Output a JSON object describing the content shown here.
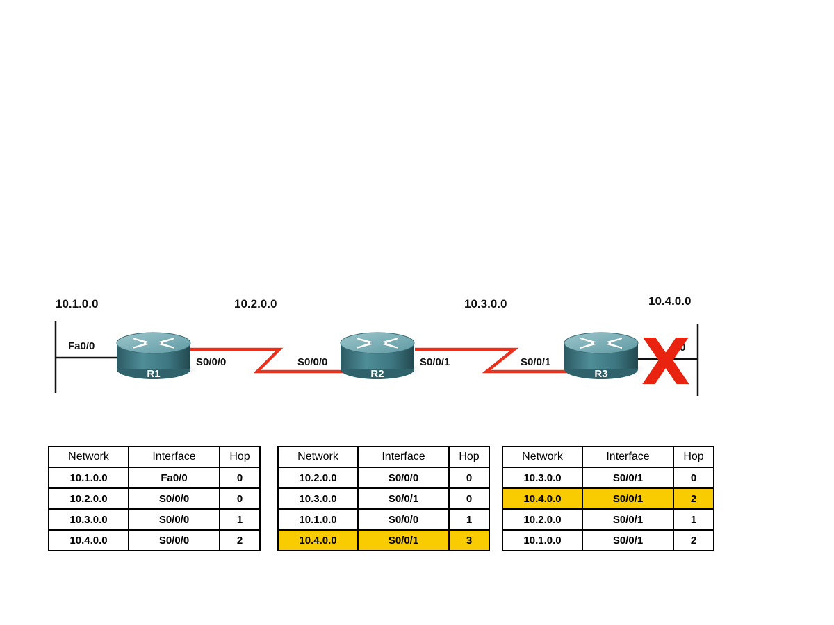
{
  "networks": [
    "10.1.0.0",
    "10.2.0.0",
    "10.3.0.0",
    "10.4.0.0"
  ],
  "routers": [
    {
      "name": "R1"
    },
    {
      "name": "R2"
    },
    {
      "name": "R3"
    }
  ],
  "interfaces": {
    "r1_fa": "Fa0/0",
    "r1_s000": "S0/0/0",
    "r2_s000": "S0/0/0",
    "r2_s001": "S0/0/1",
    "r3_s001": "S0/0/1",
    "r3_fa": "0"
  },
  "failure_marker": "X",
  "colors": {
    "serial_link": "#e8321e",
    "failure": "#e8230f",
    "highlight": "#f8cc00",
    "router_body": "#3f7a85"
  },
  "tables": [
    {
      "headers": [
        "Network",
        "Interface",
        "Hop"
      ],
      "rows": [
        {
          "network": "10.1.0.0",
          "interface": "Fa0/0",
          "hop": "0",
          "highlight": false
        },
        {
          "network": "10.2.0.0",
          "interface": "S0/0/0",
          "hop": "0",
          "highlight": false
        },
        {
          "network": "10.3.0.0",
          "interface": "S0/0/0",
          "hop": "1",
          "highlight": false
        },
        {
          "network": "10.4.0.0",
          "interface": "S0/0/0",
          "hop": "2",
          "highlight": false
        }
      ]
    },
    {
      "headers": [
        "Network",
        "Interface",
        "Hop"
      ],
      "rows": [
        {
          "network": "10.2.0.0",
          "interface": "S0/0/0",
          "hop": "0",
          "highlight": false
        },
        {
          "network": "10.3.0.0",
          "interface": "S0/0/1",
          "hop": "0",
          "highlight": false
        },
        {
          "network": "10.1.0.0",
          "interface": "S0/0/0",
          "hop": "1",
          "highlight": false
        },
        {
          "network": "10.4.0.0",
          "interface": "S0/0/1",
          "hop": "3",
          "highlight": true
        }
      ]
    },
    {
      "headers": [
        "Network",
        "Interface",
        "Hop"
      ],
      "rows": [
        {
          "network": "10.3.0.0",
          "interface": "S0/0/1",
          "hop": "0",
          "highlight": false
        },
        {
          "network": "10.4.0.0",
          "interface": "S0/0/1",
          "hop": "2",
          "highlight": true
        },
        {
          "network": "10.2.0.0",
          "interface": "S0/0/1",
          "hop": "1",
          "highlight": false
        },
        {
          "network": "10.1.0.0",
          "interface": "S0/0/1",
          "hop": "2",
          "highlight": false
        }
      ]
    }
  ]
}
